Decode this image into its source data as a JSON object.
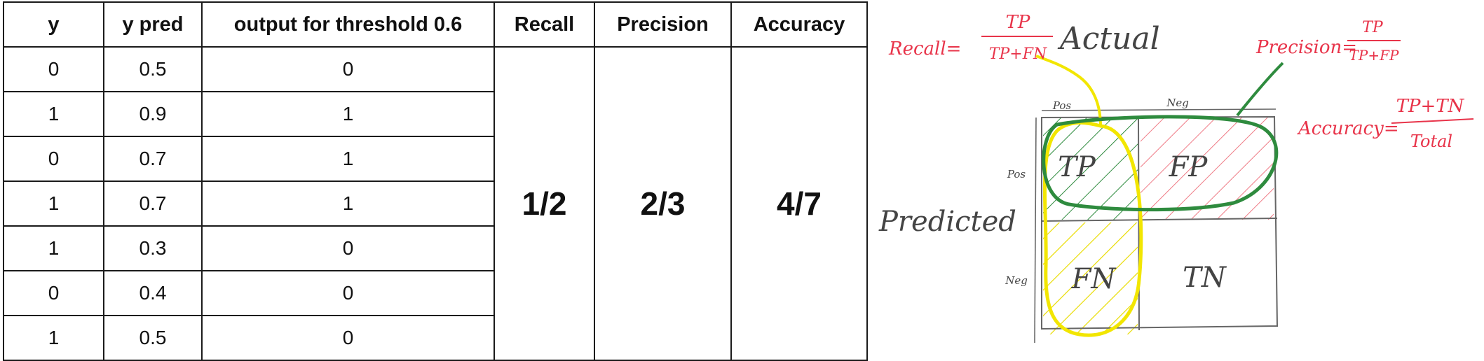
{
  "table": {
    "headers": [
      "y",
      "y pred",
      "output for threshold 0.6",
      "Recall",
      "Precision",
      "Accuracy"
    ],
    "rows": [
      [
        "0",
        "0.5",
        "0"
      ],
      [
        "1",
        "0.9",
        "1"
      ],
      [
        "0",
        "0.7",
        "1"
      ],
      [
        "1",
        "0.7",
        "1"
      ],
      [
        "1",
        "0.3",
        "0"
      ],
      [
        "0",
        "0.4",
        "0"
      ],
      [
        "1",
        "0.5",
        "0"
      ]
    ],
    "recall": "1/2",
    "precision": "2/3",
    "accuracy": "4/7"
  },
  "diagram": {
    "actual_label": "Actual",
    "predicted_label": "Predicted",
    "col_pos": "Pos",
    "col_neg": "Neg",
    "row_pos": "Pos",
    "row_neg": "Neg",
    "cells": {
      "tp": "TP",
      "fp": "FP",
      "fn": "FN",
      "tn": "TN"
    },
    "recall_formula": {
      "lhs": "Recall=",
      "num": "TP",
      "den": "TP+FN"
    },
    "precision_formula": {
      "lhs": "Precision=",
      "num": "TP",
      "den": "TP+FP"
    },
    "accuracy_formula": {
      "lhs": "Accuracy=",
      "num": "TP+TN",
      "den": "Total"
    },
    "colors": {
      "green": "#2e8b3e",
      "yellow": "#f2e600",
      "red": "#e8344a",
      "ink": "#444444"
    }
  }
}
